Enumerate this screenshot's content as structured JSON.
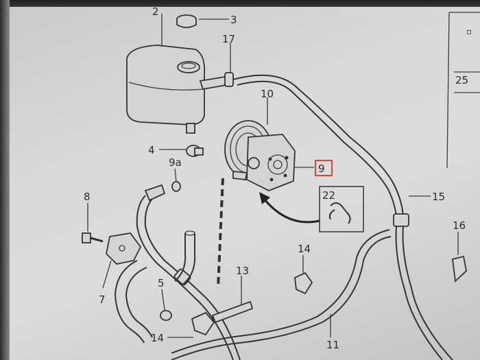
{
  "labels": {
    "p2": "2",
    "p3": "3",
    "p17": "17",
    "p10": "10",
    "p4": "4",
    "p9a": "9a",
    "p9": "9",
    "p22": "22",
    "p15": "15",
    "p8": "8",
    "p16": "16",
    "p14a": "14",
    "p13": "13",
    "p5": "5",
    "p7": "7",
    "p14b": "14",
    "p11": "11",
    "p25": "25"
  },
  "colors": {
    "highlight": "#d9463f",
    "ink": "#333333",
    "paper": "#d8d8d8"
  }
}
